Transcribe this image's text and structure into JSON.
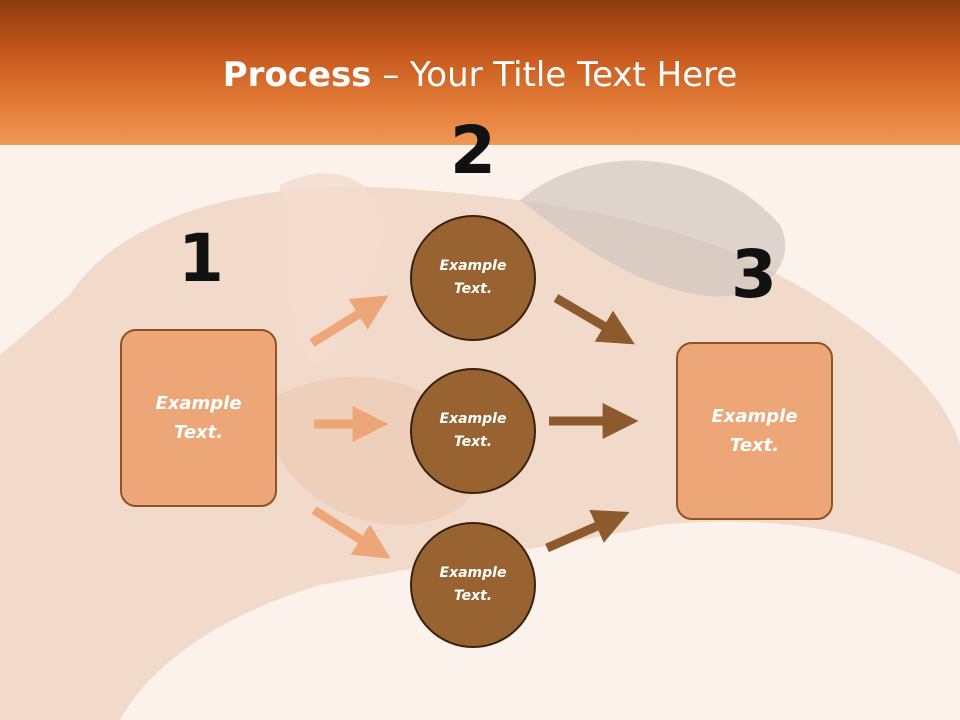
{
  "slide": {
    "title_bold": "Process",
    "title_rest": " – Your Title Text Here",
    "steps": [
      "1",
      "2",
      "3"
    ],
    "left_box": "Example\nText.",
    "right_box": "Example\nText.",
    "circles": [
      "Example\nText.",
      "Example\nText.",
      "Example\nText."
    ]
  },
  "colors": {
    "header": "#d9692a",
    "box_fill": "#eca678",
    "circle_fill": "#986231",
    "arrow_light": "#eca678",
    "arrow_dark": "#8c5a2c"
  }
}
